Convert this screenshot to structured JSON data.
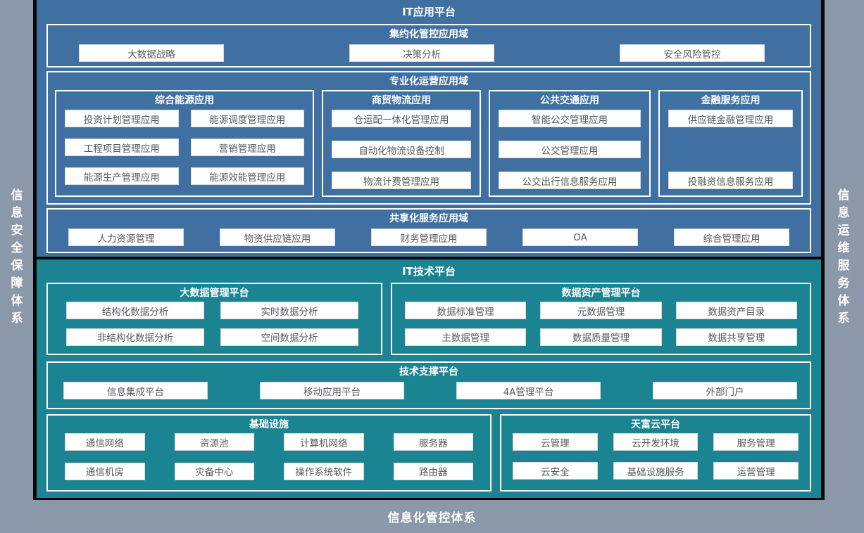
{
  "frame": {
    "left_sidebar": "信息安全保障体系",
    "right_sidebar": "信息运维服务体系",
    "bottom_bar": "信息化管控体系"
  },
  "colors": {
    "frame_gray": "#8b98aa",
    "app_blue": "#4070a2",
    "tech_teal": "#1b8493",
    "card_text": "#58595b",
    "divider_black": "#060606",
    "card_white": "#ffffff"
  },
  "app_platform": {
    "title": "IT应用平台",
    "intensive_domain": {
      "title": "集约化管控应用域",
      "items": [
        "大数据战略",
        "决策分析",
        "安全风险管控"
      ]
    },
    "professional_domain": {
      "title": "专业化运营应用域",
      "groups": [
        {
          "title": "综合能源应用",
          "items": [
            "投资计划管理应用",
            "能源调度管理应用",
            "工程项目管理应用",
            "营销管理应用",
            "能源生产管理应用",
            "能源效能管理应用"
          ]
        },
        {
          "title": "商贸物流应用",
          "items": [
            "仓运配一体化管理应用",
            "自动化物流设备控制",
            "物流计费管理应用"
          ]
        },
        {
          "title": "公共交通应用",
          "items": [
            "智能公交管理应用",
            "公交管理应用",
            "公交出行信息服务应用"
          ]
        },
        {
          "title": "金融服务应用",
          "items": [
            "供应链金融管理应用",
            "投融资信息服务应用"
          ]
        }
      ]
    },
    "shared_domain": {
      "title": "共享化服务应用域",
      "items": [
        "人力资源管理",
        "物资供应链应用",
        "财务管理应用",
        "OA",
        "综合管理应用"
      ]
    }
  },
  "tech_platform": {
    "title": "IT技术平台",
    "bigdata": {
      "title": "大数据管理平台",
      "items": [
        "结构化数据分析",
        "实时数据分析",
        "非结构化数据分析",
        "空间数据分析"
      ]
    },
    "data_asset": {
      "title": "数据资产管理平台",
      "items": [
        "数据标准管理",
        "元数据管理",
        "数据资产目录",
        "主数据管理",
        "数据质量管理",
        "数据共享管理"
      ]
    },
    "tech_support": {
      "title": "技术支撑平台",
      "items": [
        "信息集成平台",
        "移动应用平台",
        "4A管理平台",
        "外部门户"
      ]
    },
    "infrastructure": {
      "title": "基础设施",
      "items": [
        "通信网络",
        "资源池",
        "计算机网络",
        "服务器",
        "通信机房",
        "灾备中心",
        "操作系统软件",
        "路由器"
      ]
    },
    "cloud": {
      "title": "天富云平台",
      "items": [
        "云管理",
        "云开发环境",
        "服务管理",
        "云安全",
        "基础设施服务",
        "运营管理"
      ]
    }
  }
}
